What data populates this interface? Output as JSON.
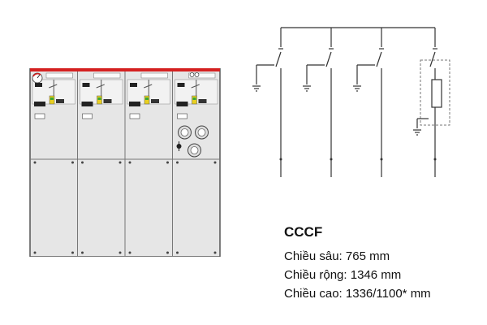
{
  "model": {
    "title": "CCCF",
    "specs": [
      {
        "label": "Chiều sâu:",
        "value": "765 mm"
      },
      {
        "label": "Chiều rộng:",
        "value": "1346 mm"
      },
      {
        "label": "Chiều cao:",
        "value": "1336/1100* mm"
      }
    ]
  },
  "colors": {
    "panel_fill": "#e6e6e6",
    "panel_outline": "#555555",
    "status_red": "#d42020",
    "indicator_yellow": "#e8d020",
    "indicator_green": "#39a835",
    "line_color": "#333333",
    "dashed_outline": "#777777"
  },
  "cabinet": {
    "units": 4,
    "unit_types": [
      "cable",
      "cable",
      "cable",
      "fuse"
    ],
    "icons": [
      "pressure-gauge-icon",
      "switch-indicator-icon",
      "fuse-meter-icon",
      "rotary-handle-icon"
    ]
  },
  "diagram": {
    "feeders": 4,
    "feeder_types": [
      "switch-earth",
      "switch-earth",
      "switch-earth",
      "switch-fuse-earth"
    ],
    "icons": [
      "earth-symbol-icon",
      "disconnector-icon",
      "fuse-icon"
    ]
  }
}
